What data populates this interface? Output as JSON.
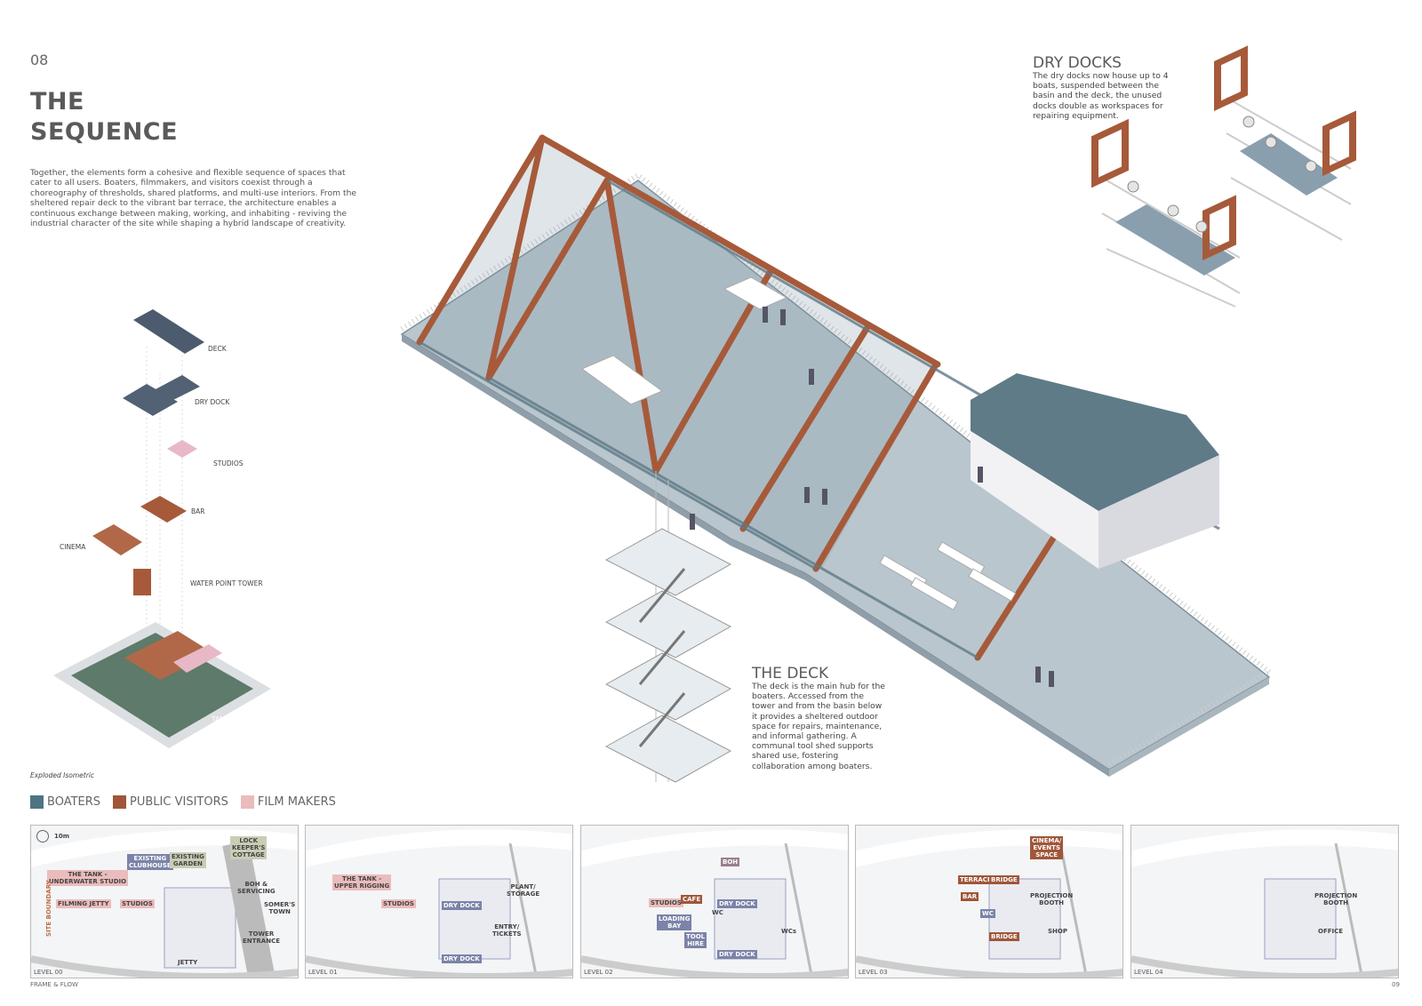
{
  "page_number": "08",
  "title_lines": [
    "THE",
    "SEQUENCE"
  ],
  "intro": "Together, the elements form a cohesive and flexible sequence of spaces that cater to all users. Boaters, filmmakers, and visitors coexist through a choreography of thresholds, shared platforms, and multi-use interiors. From the sheltered repair deck to the vibrant bar terrace, the architecture enables a continuous exchange between making, working, and inhabiting - reviving the industrial character of the site while shaping a hybrid landscape of creativity.",
  "dry_docks": {
    "heading": "DRY DOCKS",
    "text": "The dry docks now house up to 4 boats, suspended between the basin and the deck, the unused docks double as workspaces for repairing equipment."
  },
  "deck": {
    "heading": "THE DECK",
    "text": "The deck is the main hub for the boaters. Accessed from the tower and from the basin below it provides a sheltered outdoor space for repairs, maintenance, and informal gathering. A communal tool shed supports shared use, fostering collaboration among boaters."
  },
  "exploded": {
    "caption": "Exploded Isometric",
    "labels": [
      "DECK",
      "DRY DOCK",
      "STUDIOS",
      "BAR",
      "CINEMA",
      "WATER POINT TOWER",
      "TANK"
    ]
  },
  "legend": [
    {
      "label": "BOATERS",
      "color": "#4f7481"
    },
    {
      "label": "PUBLIC VISITORS",
      "color": "#a0563a"
    },
    {
      "label": "FILM MAKERS",
      "color": "#ebbcbc"
    }
  ],
  "plans": [
    {
      "level": "LEVEL 00",
      "scale": "10m",
      "labels": [
        "LOCK\nKEEPER'S\nCOTTAGE",
        "EXISTING\nCLUBHOUSE",
        "EXISTING\nGARDEN",
        "THE TANK -\nUNDERWATER STUDIO",
        "BOH &\nSERVICING",
        "SOMER'S\nTOWN",
        "FILMING JETTY",
        "STUDIOS",
        "TOWER\nENTRANCE",
        "JETTY",
        "SITE BOUNDARY"
      ]
    },
    {
      "level": "LEVEL 01",
      "labels": [
        "THE TANK -\nUPPER RIGGING",
        "PLANT/\nSTORAGE",
        "STUDIOS",
        "DRY DOCK",
        "ENTRY/\nTICKETS",
        "DRY DOCK"
      ]
    },
    {
      "level": "LEVEL 02",
      "labels": [
        "BOH",
        "STUDIOS",
        "CAFE",
        "DRY DOCK",
        "WC",
        "LOADING\nBAY",
        "TOOL\nHIRE",
        "WCs",
        "DRY DOCK"
      ]
    },
    {
      "level": "LEVEL 03",
      "labels": [
        "CINEMA/\nEVENTS\nSPACE",
        "TERRACE",
        "BRIDGE",
        "BAR",
        "WC",
        "PROJECTION\nBOOTH",
        "BRIDGE",
        "SHOP"
      ]
    },
    {
      "level": "LEVEL 04",
      "labels": [
        "PROJECTION\nBOOTH",
        "OFFICE"
      ]
    }
  ],
  "footer": {
    "left": "FRAME & FLOW",
    "right": "09"
  }
}
